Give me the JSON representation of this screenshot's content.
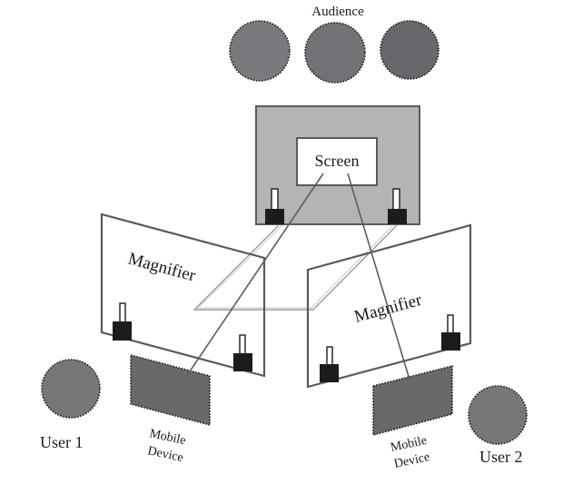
{
  "diagram": {
    "audience_label": "Audience",
    "screen_label": "Screen",
    "magnifier_left_label": "Magnifier",
    "magnifier_right_label": "Magnifier",
    "user1_label": "User 1",
    "user2_label": "User 2",
    "mobile_left_label_line1": "Mobile",
    "mobile_left_label_line2": "Device",
    "mobile_right_label_line1": "Mobile",
    "mobile_right_label_line2": "Device",
    "colors": {
      "audience_fill_1": "#7a797d",
      "audience_fill_2": "#727175",
      "audience_fill_3": "#68676b",
      "user_fill": "#777679",
      "device_fill": "#69686b",
      "screen_frame_fill": "#b4b3b6",
      "frame_stroke": "#5a595c",
      "camera_fill": "#1c1c1c",
      "ray_stroke": "#5c5b5e",
      "beam_stroke": "#9a999c"
    }
  }
}
